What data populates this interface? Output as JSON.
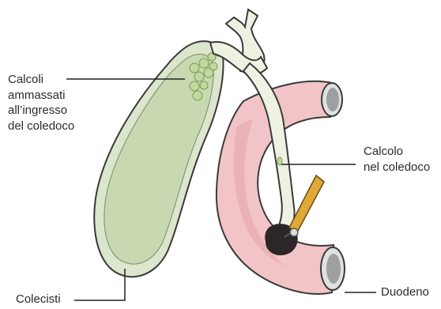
{
  "labels": {
    "stones_at_duct": [
      "Calcoli",
      "ammassati",
      "all’ingresso",
      "del coledoco"
    ],
    "stone_in_duct": [
      "Calcolo",
      "nel coledoco"
    ],
    "gallbladder": "Colecisti",
    "duodenum": "Duodeno"
  },
  "colors": {
    "gallbladder_fill": "#dbe6cc",
    "gallbladder_inner": "#c8d9b2",
    "duct_fill": "#eef2e2",
    "outline": "#3a3a3a",
    "duodenum_fill": "#f2c4c8",
    "duodenum_shade": "#e3a4aa",
    "stones": "#c3d89f",
    "instrument": "#e0a838",
    "leader_line": "#222222"
  }
}
